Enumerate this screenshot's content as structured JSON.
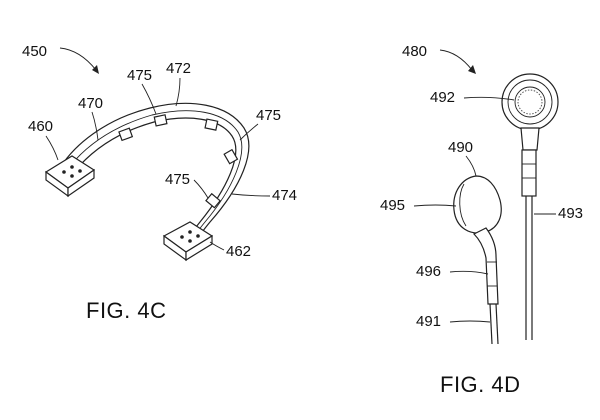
{
  "figure_4c": {
    "caption": "FIG. 4C",
    "labels": {
      "ref_450": "450",
      "ref_470": "470",
      "ref_460": "460",
      "ref_475_a": "475",
      "ref_472": "472",
      "ref_475_b": "475",
      "ref_475_c": "475",
      "ref_474": "474",
      "ref_462": "462"
    }
  },
  "figure_4d": {
    "caption": "FIG. 4D",
    "labels": {
      "ref_480": "480",
      "ref_492": "492",
      "ref_490": "490",
      "ref_495": "495",
      "ref_493": "493",
      "ref_496": "496",
      "ref_491": "491"
    }
  }
}
